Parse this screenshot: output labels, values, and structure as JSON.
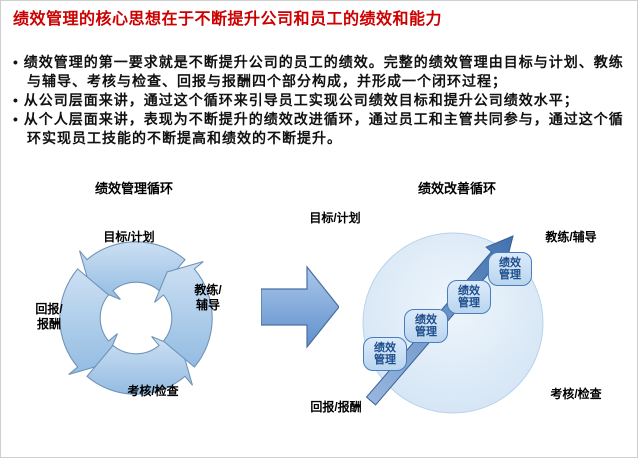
{
  "slide": {
    "title": "绩效管理的核心思想在于不断提升公司和员工的绩效和能力",
    "bullets": [
      "• 绩效管理的第一要求就是不断提升公司的员工的绩效。完整的绩效管理由目标与计划、教练与辅导、考核与检查、回报与报酬四个部分构成，并形成一个闭环过程；",
      "• 从公司层面来讲，通过这个循环来引导员工实现公司绩效目标和提升公司绩效水平；",
      "• 从个人层面来讲，表现为不断提升的绩效改进循环，通过员工和主管共同参与，通过这个循环实现员工技能的不断提高和绩效的不断提升。"
    ]
  },
  "left_diagram": {
    "title": "绩效管理循环",
    "labels": {
      "top": "目标/计划",
      "right": "教练/\n辅导",
      "bottom": "考核/检查",
      "left": "回报/\n报酬"
    }
  },
  "right_diagram": {
    "title": "绩效改善循环",
    "labels": {
      "top_left": "目标/计划",
      "top_right": "教练/辅导",
      "bottom_right": "考核/检查",
      "bottom_left": "回报/报酬"
    },
    "steps": [
      "绩效\n管理",
      "绩效\n管理",
      "绩效\n管理",
      "绩效\n管理"
    ]
  },
  "colors": {
    "title_red": "#cc0000",
    "cycle_arrow_fill": "#a9c9e8",
    "cycle_arrow_stroke": "#6f93b8",
    "transition_arrow_fill": "#7ba3d6",
    "circle_fill": "#d8e6f4",
    "rising_arrow_fill": "#4272b0",
    "step_fill": "#b9d5ef",
    "step_border": "#4a7ebb",
    "step_text": "#1f4e8c"
  }
}
